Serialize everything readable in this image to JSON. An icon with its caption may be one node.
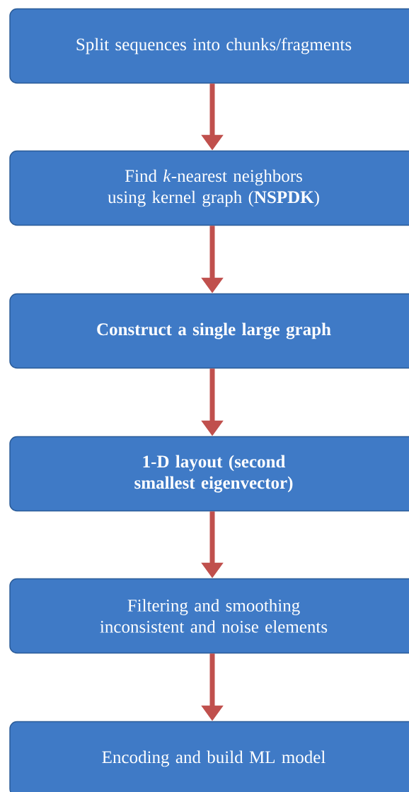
{
  "diagram": {
    "nodes": [
      {
        "text": [
          "Split sequences into chunks/fragments"
        ]
      },
      {
        "text": [
          "Find *k*-nearest neighbors using kernel graph (**NSPDK**)"
        ]
      },
      {
        "text": [
          "Construct a single large graph"
        ]
      },
      {
        "text": [
          "1-D layout (second smallest eigenvector)"
        ]
      },
      {
        "text": [
          "Filtering and smoothing inconsistent and noise elements"
        ]
      },
      {
        "text": [
          "Encoding and build ML model"
        ]
      }
    ],
    "edges": [
      {
        "from": 0,
        "to": 1,
        "arrow": "to"
      },
      {
        "from": 1,
        "to": 2,
        "arrow": "to"
      },
      {
        "from": 2,
        "to": 3,
        "arrow": "to"
      },
      {
        "from": 3,
        "to": 4,
        "arrow": "to"
      },
      {
        "from": 4,
        "to": 5,
        "arrow": "to"
      }
    ]
  }
}
